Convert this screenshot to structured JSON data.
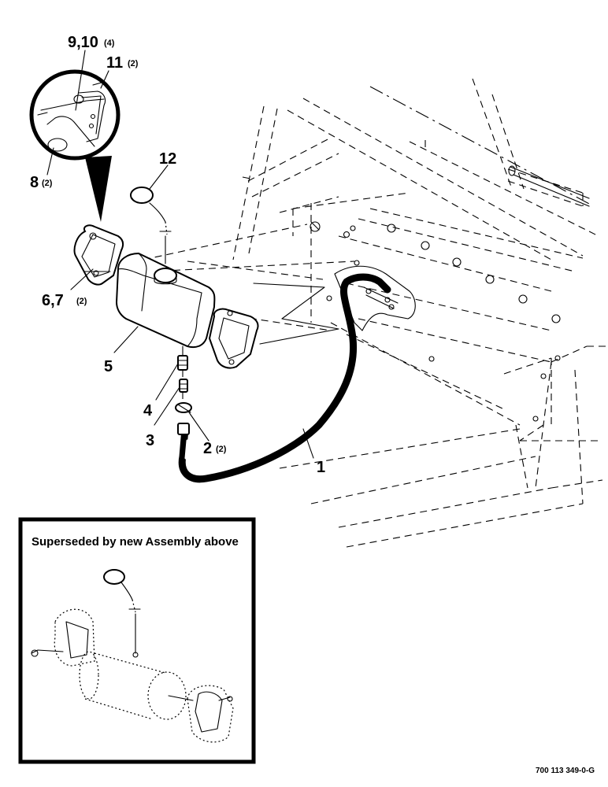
{
  "callouts": {
    "c1": "1",
    "c2": "2",
    "c2_qty": "(2)",
    "c3": "3",
    "c4": "4",
    "c5": "5",
    "c67": "6,7",
    "c67_qty": "(2)",
    "c8": "8",
    "c8_qty": "(2)",
    "c910": "9,10",
    "c910_qty": "(4)",
    "c11": "11",
    "c11_qty": "(2)",
    "c12": "12"
  },
  "inset": {
    "title": "Superseded by new Assembly above"
  },
  "document_id": "700 113 349-0-G"
}
